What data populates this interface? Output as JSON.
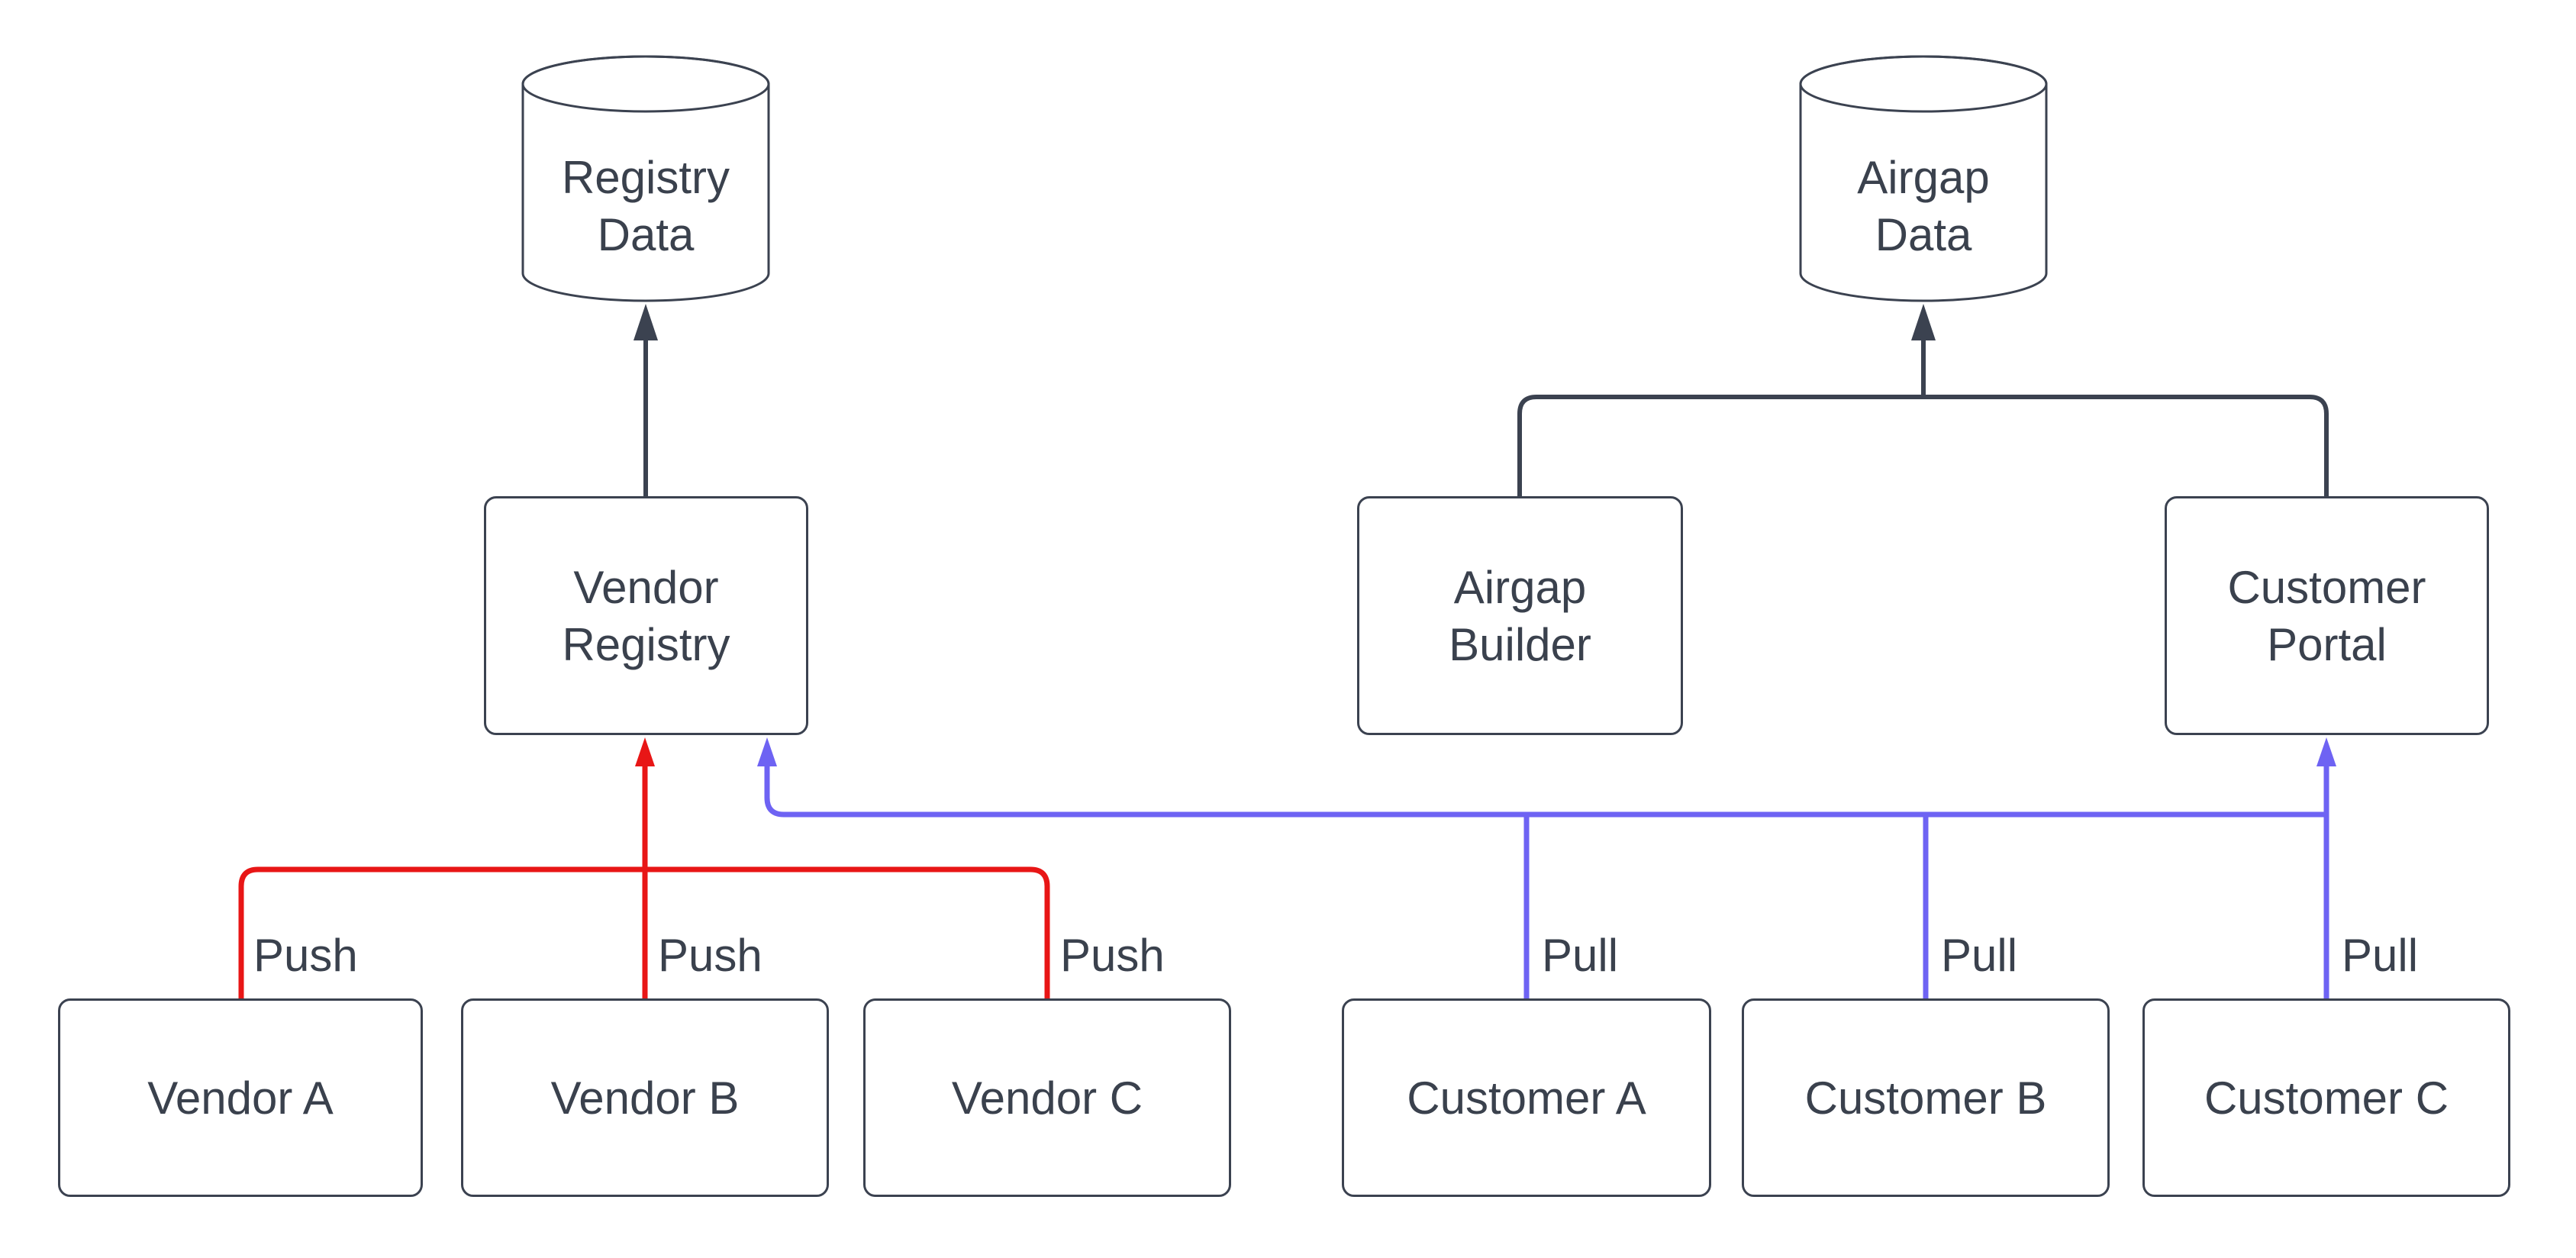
{
  "diagram": {
    "colors": {
      "node_border": "#3b4250",
      "node_fill": "#ffffff",
      "text": "#3a414d",
      "dark_edge": "#3b4250",
      "push_edge": "#e81616",
      "pull_edge": "#6e63f3",
      "background": "#ffffff"
    },
    "nodes": [
      {
        "id": "registry-data",
        "shape": "cylinder",
        "label": "Registry\nData"
      },
      {
        "id": "airgap-data",
        "shape": "cylinder",
        "label": "Airgap\nData"
      },
      {
        "id": "vendor-registry",
        "shape": "rectangle",
        "label": "Vendor\nRegistry"
      },
      {
        "id": "airgap-builder",
        "shape": "rectangle",
        "label": "Airgap\nBuilder"
      },
      {
        "id": "customer-portal",
        "shape": "rectangle",
        "label": "Customer\nPortal"
      },
      {
        "id": "vendor-a",
        "shape": "rectangle",
        "label": "Vendor A"
      },
      {
        "id": "vendor-b",
        "shape": "rectangle",
        "label": "Vendor B"
      },
      {
        "id": "vendor-c",
        "shape": "rectangle",
        "label": "Vendor C"
      },
      {
        "id": "customer-a",
        "shape": "rectangle",
        "label": "Customer A"
      },
      {
        "id": "customer-b",
        "shape": "rectangle",
        "label": "Customer B"
      },
      {
        "id": "customer-c",
        "shape": "rectangle",
        "label": "Customer C"
      }
    ],
    "edges": [
      {
        "from": "Vendor Registry",
        "to": "Registry Data",
        "color": "dark",
        "label": ""
      },
      {
        "from": "Airgap Builder",
        "to": "Airgap Data",
        "color": "dark",
        "label": ""
      },
      {
        "from": "Customer Portal",
        "to": "Airgap Data",
        "color": "dark",
        "label": ""
      },
      {
        "from": "Vendor A",
        "to": "Vendor Registry",
        "color": "red",
        "label": "Push"
      },
      {
        "from": "Vendor B",
        "to": "Vendor Registry",
        "color": "red",
        "label": "Push"
      },
      {
        "from": "Vendor C",
        "to": "Vendor Registry",
        "color": "red",
        "label": "Push"
      },
      {
        "from": "Customer A",
        "to": "Vendor Registry / Customer Portal",
        "color": "blue",
        "label": "Pull"
      },
      {
        "from": "Customer B",
        "to": "Vendor Registry / Customer Portal",
        "color": "blue",
        "label": "Pull"
      },
      {
        "from": "Customer C",
        "to": "Customer Portal / Vendor Registry",
        "color": "blue",
        "label": "Pull"
      }
    ]
  }
}
